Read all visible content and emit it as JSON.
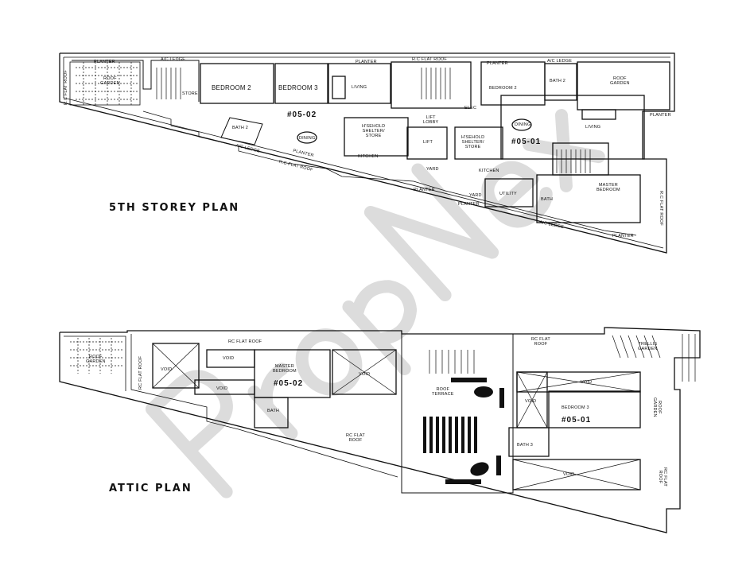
{
  "watermark": "PropNex",
  "fifth_storey": {
    "title": "5TH STOREY PLAN",
    "labels": [
      "PLANTER",
      "A/C LEDGE",
      "ROOF\nGARDEN",
      "R.C FLAT ROOF",
      "STORE",
      "BEDROOM 2",
      "BEDROOM 3",
      "LIVING",
      "PLANTER",
      "R.C FLAT ROOF",
      "BATH 2",
      "#05-02",
      "DINING",
      "H'SEHOLD\nSHELTER/\nSTORE",
      "KITCHEN",
      "A/C LEDGE",
      "PLANTER",
      "R.C FLAT ROOF",
      "LIFT\nLOBBY",
      "LIFT",
      "H'SEHOLD\nSHELTER/\nSTORE",
      "YARD",
      "KITCHEN",
      "PLANTER",
      "YARD",
      "PLANTER",
      "UTILITY",
      "BATH",
      "PLANTER",
      "A/C LEDGE",
      "BEDROOM 2",
      "BATH 2",
      "ROOF\nGARDEN",
      "PLANTER",
      "DINING",
      "LIVING",
      "#05-01",
      "MASTER\nBEDROOM",
      "A/C LEDGE",
      "PLANTER",
      "R.C FLAT ROOF",
      "ELEC"
    ]
  },
  "attic": {
    "title": "ATTIC PLAN",
    "labels": [
      "RC FLAT ROOF",
      "RC FLAT ROOF",
      "VOID",
      "VOID",
      "VOID",
      "MASTER\nBEDROOM",
      "#05-02",
      "VOID",
      "BATH",
      "RC FLAT\nROOF",
      "ROOF\nTERRACE",
      "RC FLAT\nROOF",
      "VOID",
      "VOID",
      "BEDROOM 3",
      "#05-01",
      "BATH 3",
      "VOID",
      "ROOF\nGARDEN",
      "RC FLAT\nROOF",
      "TRELLIS\nGARDEN",
      "ROOF\nGARDEN"
    ]
  }
}
